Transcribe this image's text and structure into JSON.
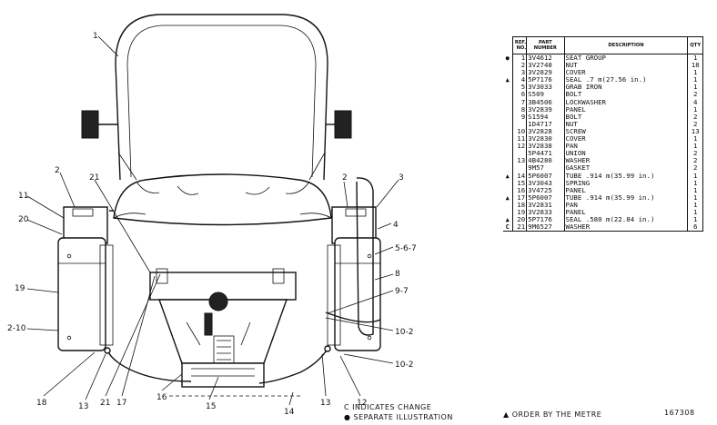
{
  "callouts": {
    "c1": "1",
    "c2a": "2",
    "c2b": "2",
    "c3": "3",
    "c4": "4",
    "c567": "5-6-7",
    "c8": "8",
    "c97": "9-7",
    "c102a": "10-2",
    "c102b": "10-2",
    "c11": "11",
    "c12": "12",
    "c13a": "13",
    "c13b": "13",
    "c14": "14",
    "c15": "15",
    "c16": "16",
    "c17": "17",
    "c18": "18",
    "c19": "19",
    "c20": "20",
    "c21a": "21",
    "c21b": "21",
    "c210": "2-10"
  },
  "table": {
    "headers": {
      "ref": "REF. NO.",
      "part": "PART NUMBER",
      "desc": "DESCRIPTION",
      "qty": "QTY"
    },
    "rows": [
      {
        "mark": "●",
        "ref": "1",
        "part": "3V4612",
        "desc": "SEAT GROUP",
        "qty": "1"
      },
      {
        "mark": "",
        "ref": "2",
        "part": "3V2748",
        "desc": "NUT",
        "qty": "18"
      },
      {
        "mark": "",
        "ref": "3",
        "part": "3V2829",
        "desc": "COVER",
        "qty": "1"
      },
      {
        "mark": "▲",
        "ref": "4",
        "part": "5P7176",
        "desc": "SEAL .7 m(27.56 in.)",
        "qty": "1"
      },
      {
        "mark": "",
        "ref": "5",
        "part": "3V3033",
        "desc": "GRAB IRON",
        "qty": "1"
      },
      {
        "mark": "",
        "ref": "6",
        "part": "S509",
        "desc": "BOLT",
        "qty": "2"
      },
      {
        "mark": "",
        "ref": "7",
        "part": "3B4506",
        "desc": "LOCKWASHER",
        "qty": "4"
      },
      {
        "mark": "",
        "ref": "8",
        "part": "3V2839",
        "desc": "PANEL",
        "qty": "1"
      },
      {
        "mark": "",
        "ref": "9",
        "part": "S1594",
        "desc": "BOLT",
        "qty": "2"
      },
      {
        "mark": "",
        "ref": "",
        "part": "1D4717",
        "desc": "NUT",
        "qty": "2"
      },
      {
        "mark": "",
        "ref": "10",
        "part": "3V2828",
        "desc": "SCREW",
        "qty": "13"
      },
      {
        "mark": "",
        "ref": "11",
        "part": "3V2830",
        "desc": "COVER",
        "qty": "1"
      },
      {
        "mark": "",
        "ref": "12",
        "part": "3V2838",
        "desc": "PAN",
        "qty": "1"
      },
      {
        "mark": "",
        "ref": "",
        "part": "5P4471",
        "desc": "UNION",
        "qty": "2"
      },
      {
        "mark": "",
        "ref": "13",
        "part": "4B4280",
        "desc": "WASHER",
        "qty": "2"
      },
      {
        "mark": "",
        "ref": "",
        "part": "9M57",
        "desc": "GASKET",
        "qty": "2"
      },
      {
        "mark": "▲",
        "ref": "14",
        "part": "5P6007",
        "desc": "TUBE .914 m(35.99 in.)",
        "qty": "1"
      },
      {
        "mark": "",
        "ref": "15",
        "part": "3V3043",
        "desc": "SPRING",
        "qty": "1"
      },
      {
        "mark": "",
        "ref": "16",
        "part": "3V4725",
        "desc": "PANEL",
        "qty": "1"
      },
      {
        "mark": "▲",
        "ref": "17",
        "part": "5P6007",
        "desc": "TUBE .914 m(35.99 in.)",
        "qty": "1"
      },
      {
        "mark": "",
        "ref": "18",
        "part": "3V2831",
        "desc": "PAN",
        "qty": "1"
      },
      {
        "mark": "",
        "ref": "19",
        "part": "3V2833",
        "desc": "PANEL",
        "qty": "1"
      },
      {
        "mark": "▲",
        "ref": "20",
        "part": "5P7176",
        "desc": "SEAL .580 m(22.84 in.)",
        "qty": "1"
      },
      {
        "mark": "C",
        "ref": "21",
        "part": "9M6527",
        "desc": "WASHER",
        "qty": "6"
      }
    ]
  },
  "legend": {
    "change": "C INDICATES CHANGE",
    "separate": "● SEPARATE ILLUSTRATION",
    "metre": "▲ ORDER BY THE METRE",
    "illustration_number": "167308"
  }
}
